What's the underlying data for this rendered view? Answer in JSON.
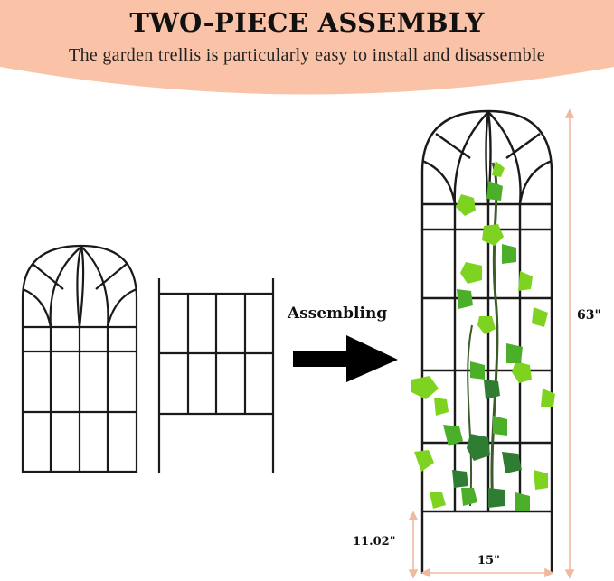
{
  "header": {
    "title": "TWO-PIECE ASSEMBLY",
    "subtitle": "The garden trellis is particularly easy to install and disassemble",
    "background_color": "#FAC3A8"
  },
  "diagram": {
    "pieces": [
      {
        "name": "arched top panel",
        "shape": "arch with gothic tracery, 4x3 grid"
      },
      {
        "name": "bottom panel with stakes",
        "shape": "4x2 grid with ground stakes"
      }
    ],
    "arrow_label": "Assembling",
    "arrow_icon": "right-arrow",
    "result": "assembled trellis with climbing ivy",
    "dimensions": {
      "height": "63\"",
      "stake_height": "11.02\"",
      "width": "15\""
    },
    "dimension_line_color": "#F0B9A0",
    "frame_color": "#1a1a1a",
    "foliage_colors": [
      "#7ED321",
      "#4CAF2A",
      "#2E7D32"
    ]
  }
}
